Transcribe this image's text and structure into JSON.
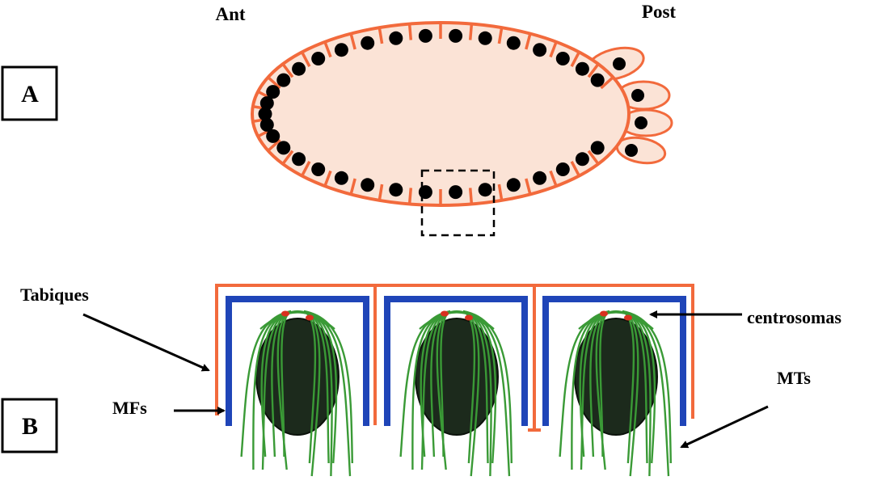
{
  "panel_a": {
    "letter": "A",
    "label_anterior": "Ant",
    "label_posterior": "Post"
  },
  "panel_b": {
    "letter": "B",
    "label_septa": "Tabiques",
    "label_microfilaments": "MFs",
    "label_centrosomes": "centrosomas",
    "label_microtubules": "MTs"
  },
  "colors": {
    "membrane": "#f26a3c",
    "cytoplasm": "#fbe3d6",
    "nucleus": "#000000",
    "actin": "#1f45b8",
    "microtubule": "#3a9a36",
    "centrosome": "#d9301f",
    "nucleus_b": "#1c2a1c"
  }
}
